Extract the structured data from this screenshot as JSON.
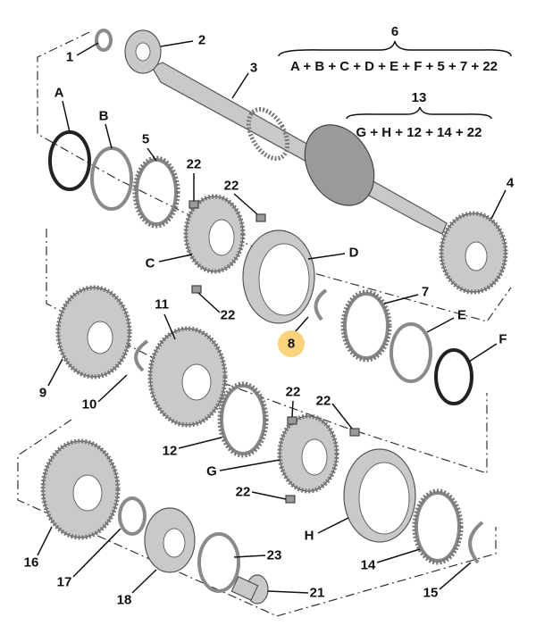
{
  "title_group_6": {
    "number": "6",
    "formula": "A + B + C + D + E + F + 5 + 7 + 22"
  },
  "title_group_13": {
    "number": "13",
    "formula": "G + H + 12 + 14 + 22"
  },
  "labels": {
    "l1": "1",
    "l2": "2",
    "l3": "3",
    "l4": "4",
    "l5": "5",
    "l7": "7",
    "l8": "8",
    "l9": "9",
    "l10": "10",
    "l11": "11",
    "l12": "12",
    "l14": "14",
    "l15": "15",
    "l16": "16",
    "l17": "17",
    "l18": "18",
    "l21": "21",
    "l22": "22",
    "l23": "23",
    "lA": "A",
    "lB": "B",
    "lC": "C",
    "lD": "D",
    "lE": "E",
    "lF": "F",
    "lG": "G",
    "lH": "H"
  },
  "highlight_color": "#fbd37a"
}
